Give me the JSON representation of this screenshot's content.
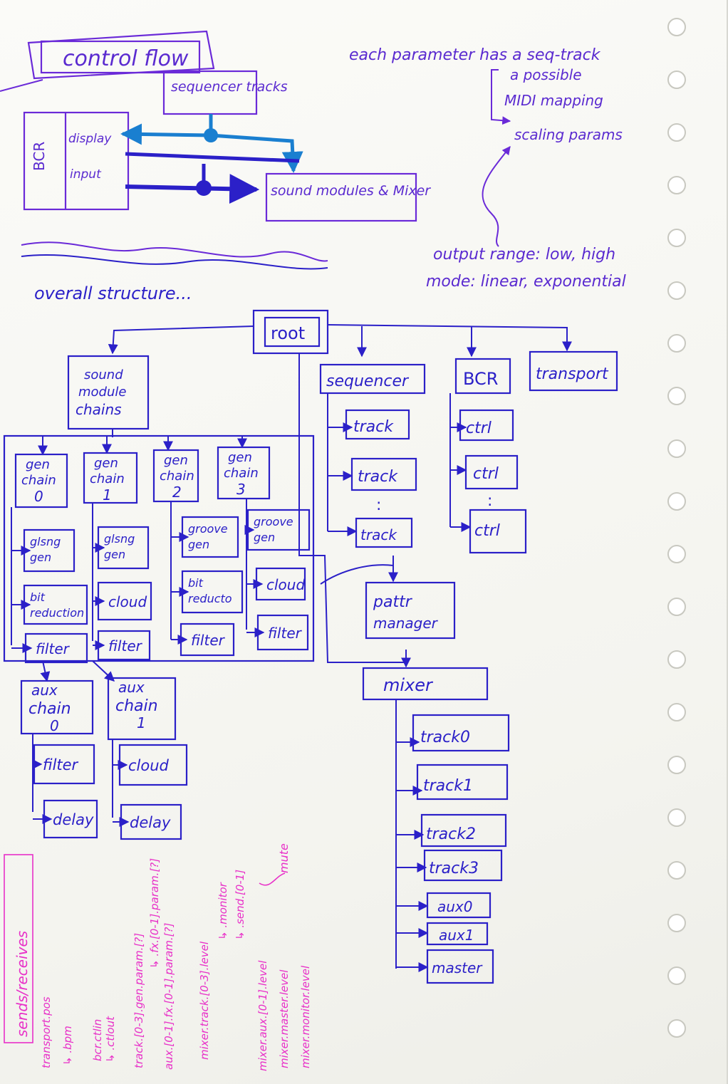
{
  "colors": {
    "blue_ink": "#2b20c8",
    "purple_ink": "#6a2ad8",
    "teal_ink": "#1a7fd0",
    "pink_ink": "#e830c8"
  },
  "control_flow": {
    "title": "control flow",
    "sequencer": "sequencer tracks",
    "bcr": "BCR",
    "display": "display",
    "input": "input",
    "sound": "sound modules & Mixer"
  },
  "notes": {
    "line1": "each parameter has a seq-track",
    "line2": "a possible",
    "line3": "MIDI mapping",
    "line4": "scaling params",
    "line5": "output range: low, high",
    "line6": "mode: linear, exponential"
  },
  "overall": "overall structure...",
  "nodes": {
    "root": "root",
    "sound_module_chains": [
      "sound",
      "module",
      "chains"
    ],
    "sequencer": "sequencer",
    "bcr": "BCR",
    "transport": "transport",
    "track": "track",
    "ctrl": "ctrl",
    "dots": ":",
    "pattr": [
      "pattr",
      "manager"
    ],
    "mixer": "mixer",
    "gen_chains": [
      {
        "l1": "gen",
        "l2": "chain",
        "l3": "0"
      },
      {
        "l1": "gen",
        "l2": "chain",
        "l3": "1"
      },
      {
        "l1": "gen",
        "l2": "chain",
        "l3": "2"
      },
      {
        "l1": "gen",
        "l2": "chain",
        "l3": "3"
      }
    ],
    "gen_modules": [
      [
        [
          "glsng",
          "gen"
        ],
        [
          "bit",
          "reduction"
        ],
        [
          "filter"
        ]
      ],
      [
        [
          "glsng",
          "gen"
        ],
        [
          "cloud"
        ],
        [
          "filter"
        ]
      ],
      [
        [
          "groove",
          "gen"
        ],
        [
          "bit",
          "reducto"
        ],
        [
          "filter"
        ]
      ],
      [
        [
          "groove",
          "gen"
        ],
        [
          "cloud"
        ],
        [
          "filter"
        ]
      ]
    ],
    "aux_chains": [
      {
        "l1": "aux",
        "l2": "chain",
        "l3": "0"
      },
      {
        "l1": "aux",
        "l2": "chain",
        "l3": "1"
      }
    ],
    "aux_modules": [
      [
        "filter",
        "delay"
      ],
      [
        "cloud",
        "delay"
      ]
    ],
    "mixer_tracks": [
      "track0",
      "track1",
      "track2",
      "track3",
      "aux0",
      "aux1",
      "master"
    ]
  },
  "sends": {
    "label": "sends/receives",
    "lines": [
      "transport.pos",
      "↳ .bpm",
      "bcr.ctlin",
      "↳ .ctlout",
      "track.[0-3].gen.param.[?]",
      "↳ .fx.[0-1].param.[?]",
      "aux.[0-1].fx.[0-1].param.[?]",
      "mixer.track.[0-3].level",
      "↳ .monitor",
      "↳ .send.[0-1]",
      "mixer.aux.[0-1].level",
      "mixer.master.level",
      "mixer.monitor.level"
    ],
    "mute": "mute"
  }
}
